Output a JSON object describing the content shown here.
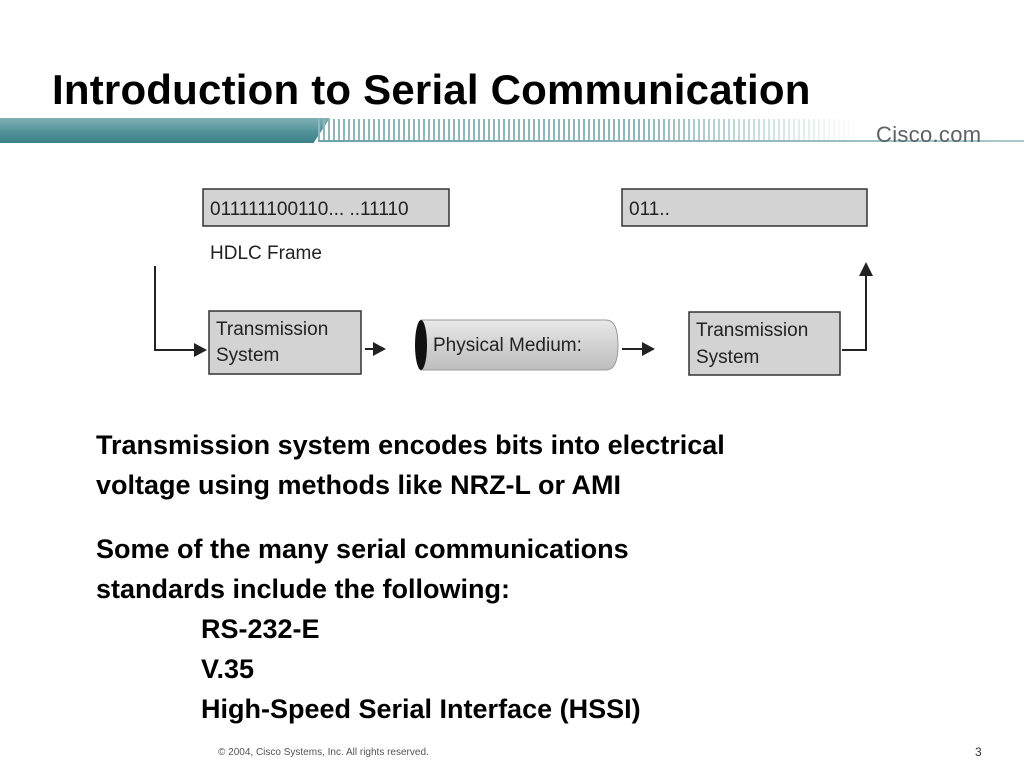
{
  "slide": {
    "title": "Introduction to Serial Communication",
    "brand": "Cisco.com",
    "footer": "© 2004, Cisco Systems, Inc. All rights reserved.",
    "page_number": "3"
  },
  "diagram": {
    "sender_bits": "011111100110... ..11110",
    "receiver_bits": "011..",
    "frame_label": "HDLC Frame",
    "transmitter": {
      "line1": "Transmission",
      "line2": "System"
    },
    "medium": "Physical Medium:",
    "receiver": {
      "line1": "Transmission",
      "line2": "System"
    }
  },
  "body": {
    "paragraph1": {
      "line1": "Transmission system encodes bits into electrical",
      "line2": "voltage using methods like NRZ-L or AMI"
    },
    "paragraph2": {
      "line1": "Some of the many serial communications",
      "line2": "standards include the following:"
    },
    "standards": [
      "RS-232-E",
      "V.35",
      "High-Speed Serial Interface (HSSI)"
    ]
  },
  "colors": {
    "box_fill": "#d3d3d3",
    "band_teal": "#4f9096"
  }
}
